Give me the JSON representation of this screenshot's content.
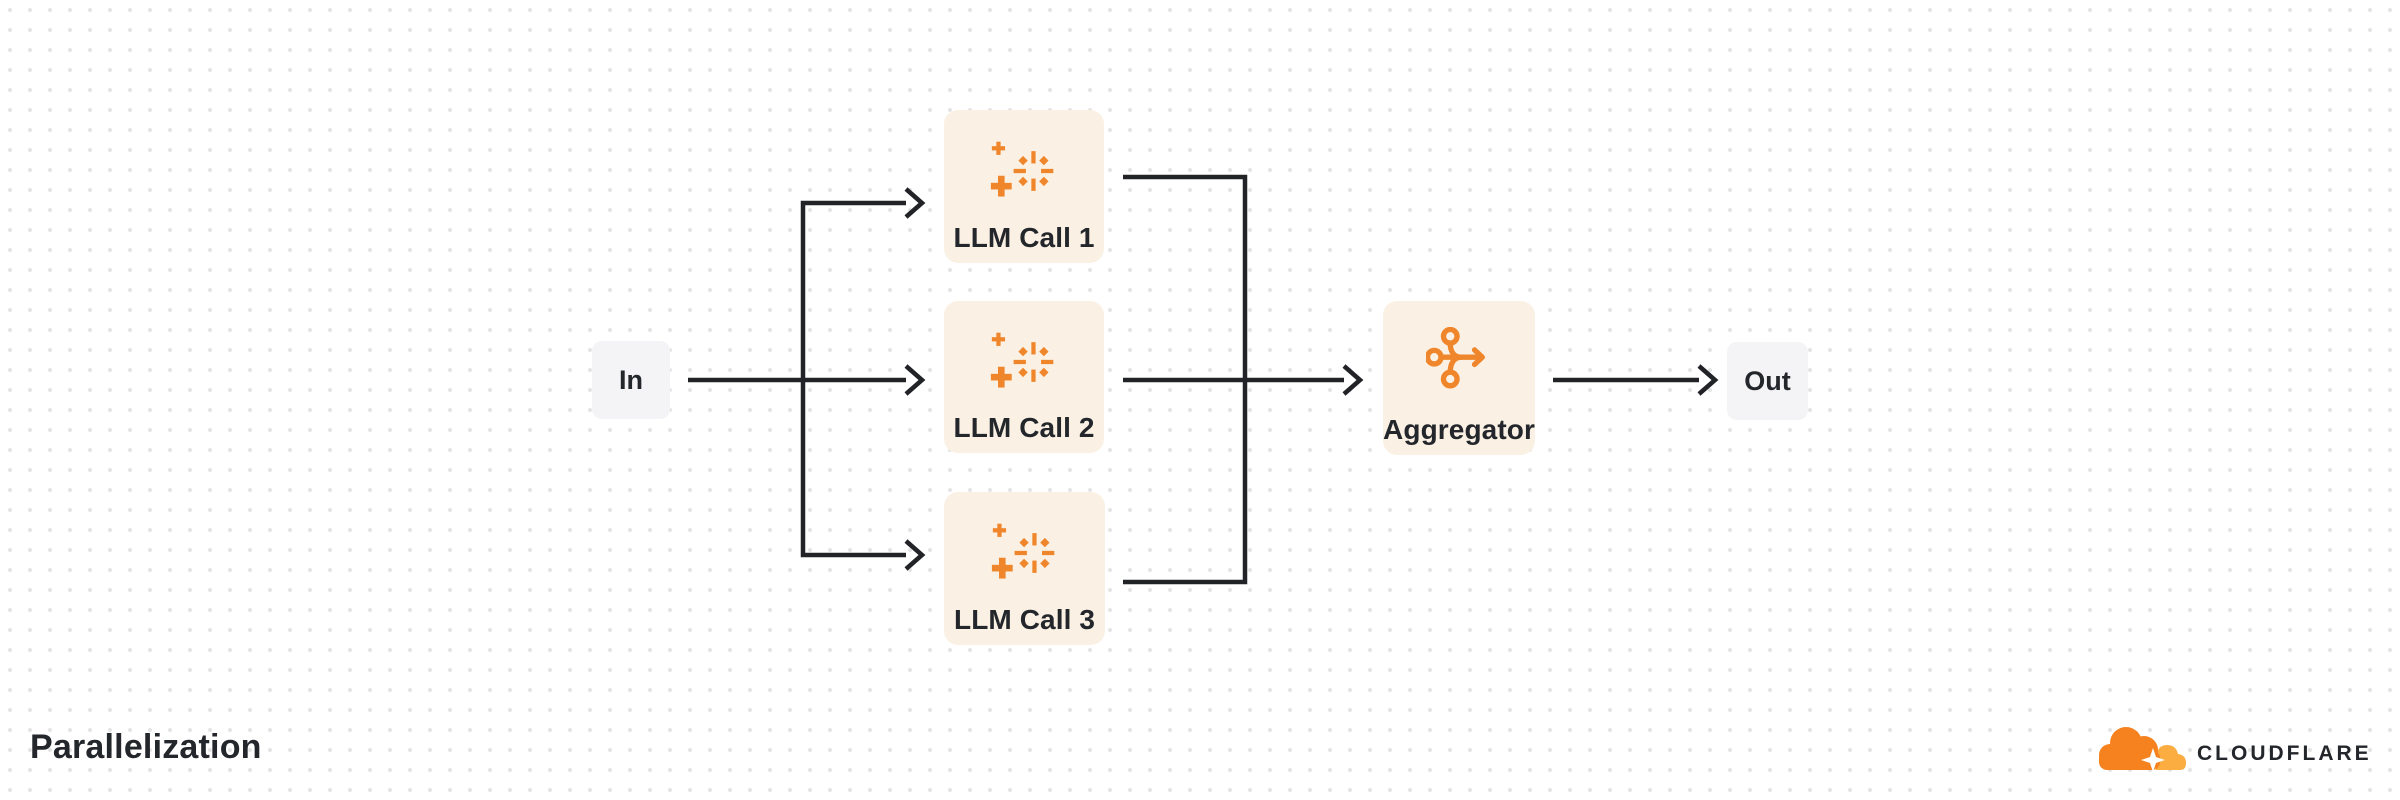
{
  "title": "Parallelization",
  "diagram": {
    "nodes": {
      "in": {
        "label": "In",
        "kind": "port"
      },
      "llm1": {
        "label": "LLM Call 1",
        "kind": "task",
        "icon": "sparkles-icon"
      },
      "llm2": {
        "label": "LLM Call 2",
        "kind": "task",
        "icon": "sparkles-icon"
      },
      "llm3": {
        "label": "LLM Call 3",
        "kind": "task",
        "icon": "sparkles-icon"
      },
      "aggregator": {
        "label": "Aggregator",
        "kind": "task",
        "icon": "merge-arrow-icon"
      },
      "out": {
        "label": "Out",
        "kind": "port"
      }
    },
    "edges": [
      "in -> llm1",
      "in -> llm2",
      "in -> llm3",
      "llm1 -> aggregator",
      "llm2 -> aggregator",
      "llm3 -> aggregator",
      "aggregator -> out"
    ]
  },
  "branding": {
    "wordmark": "CLOUDFLARE",
    "icon": "cloudflare-cloud-icon"
  },
  "colors": {
    "accent": "#F0862B",
    "brand_orange": "#F6821F",
    "brand_light": "#FBAD41",
    "node_cream": "#FAF1E4",
    "node_gray": "#F4F4F6",
    "line": "#212327",
    "text": "#23262B",
    "dot": "#E5E5E5",
    "bg": "#FFFFFF"
  }
}
